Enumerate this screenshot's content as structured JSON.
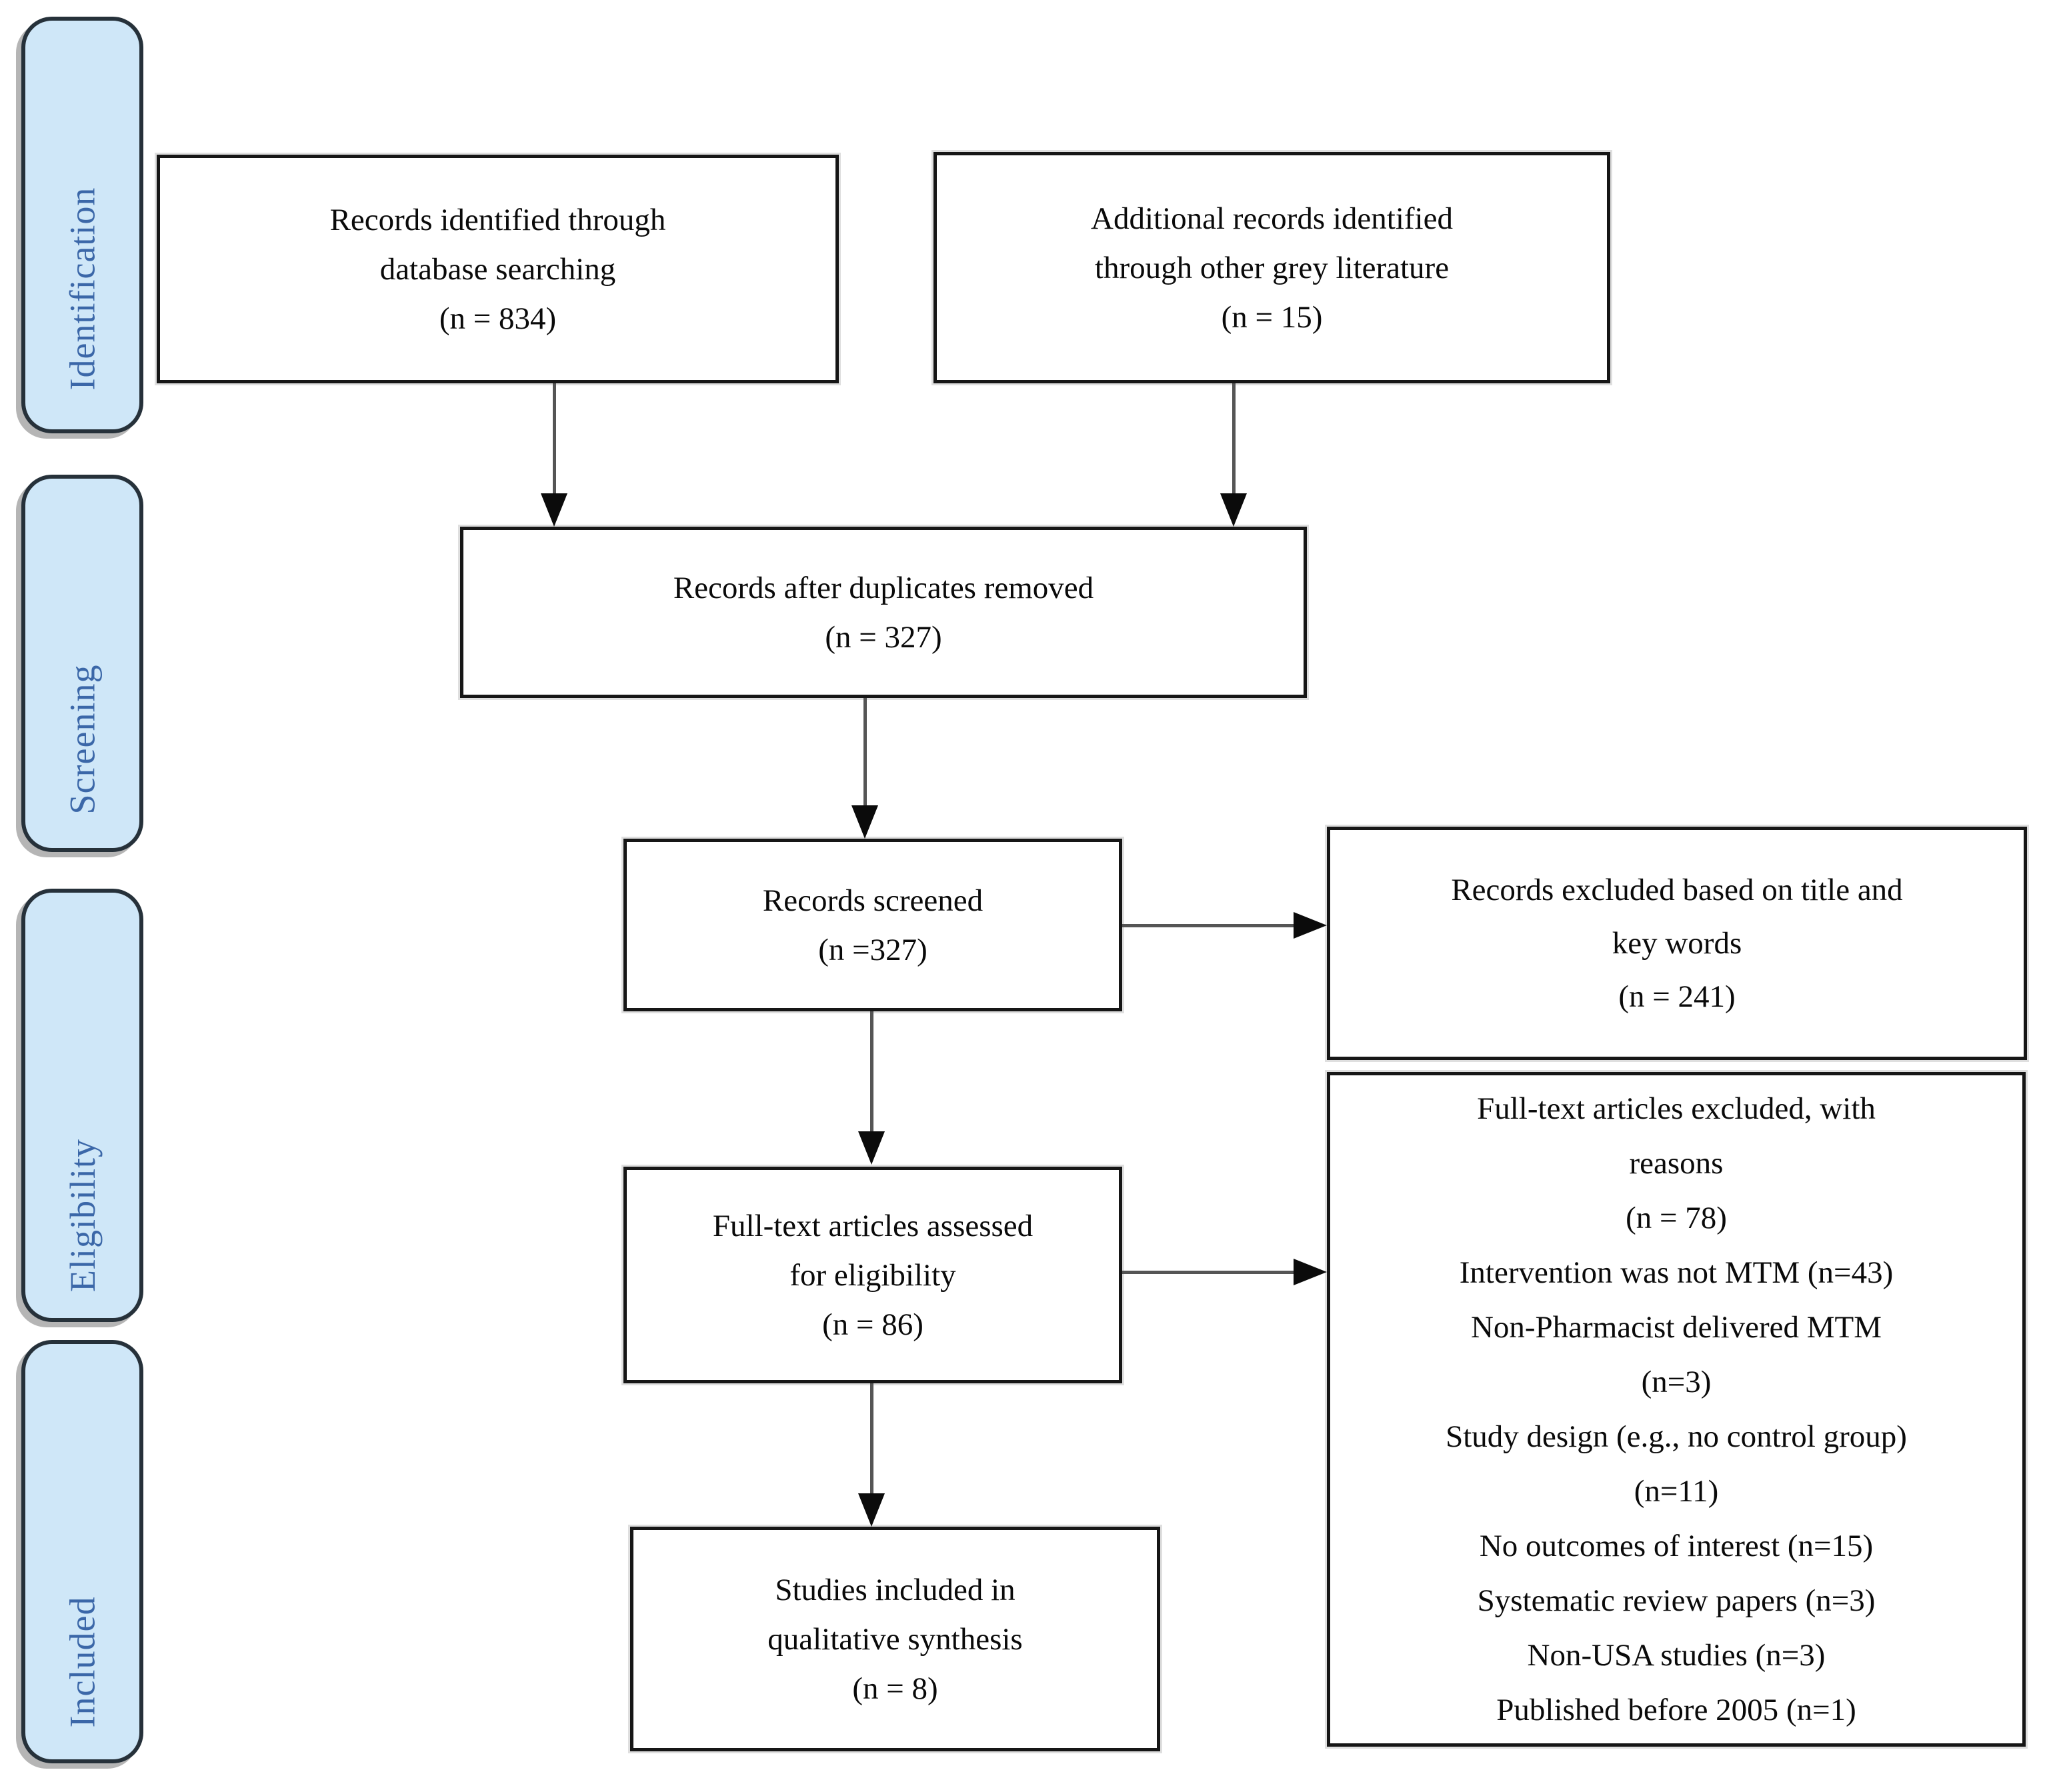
{
  "stages": [
    {
      "label": "Identification"
    },
    {
      "label": "Screening"
    },
    {
      "label": "Eligibility"
    },
    {
      "label": "Included"
    }
  ],
  "boxes": {
    "identified": {
      "lines": [
        "Records identified through",
        "database searching",
        "(n = 834)"
      ]
    },
    "additional": {
      "lines": [
        "Additional records identified",
        "through other grey literature",
        "(n = 15)"
      ]
    },
    "duplicates": {
      "lines": [
        "Records after duplicates removed",
        "(n = 327)"
      ]
    },
    "screened": {
      "lines": [
        "Records screened",
        "(n =327)"
      ]
    },
    "excluded_title": {
      "lines": [
        "Records excluded based on title and",
        "key words",
        "(n = 241)"
      ]
    },
    "fulltext": {
      "lines": [
        "Full-text articles assessed",
        "for eligibility",
        "(n = 86)"
      ]
    },
    "fulltext_excluded": {
      "lines": [
        "Full-text articles excluded, with",
        "reasons",
        "(n = 78)",
        "Intervention was not MTM (n=43)",
        "Non-Pharmacist delivered MTM",
        "(n=3)",
        "Study design (e.g., no control group)",
        "(n=11)",
        "No outcomes of interest (n=15)",
        "Systematic review papers (n=3)",
        "Non-USA studies (n=3)",
        "Published before 2005 (n=1)"
      ]
    },
    "included_studies": {
      "lines": [
        "Studies included in",
        "qualitative synthesis",
        "(n = 8)"
      ]
    }
  },
  "colors": {
    "stage_fill": "#cfe7f8",
    "stage_border": "#26313a",
    "stage_text": "#3b67a8",
    "box_border": "#161616",
    "box_text": "#0a0a0a",
    "arrow_line": "#555555",
    "arrow_head": "#0b0b0b"
  }
}
